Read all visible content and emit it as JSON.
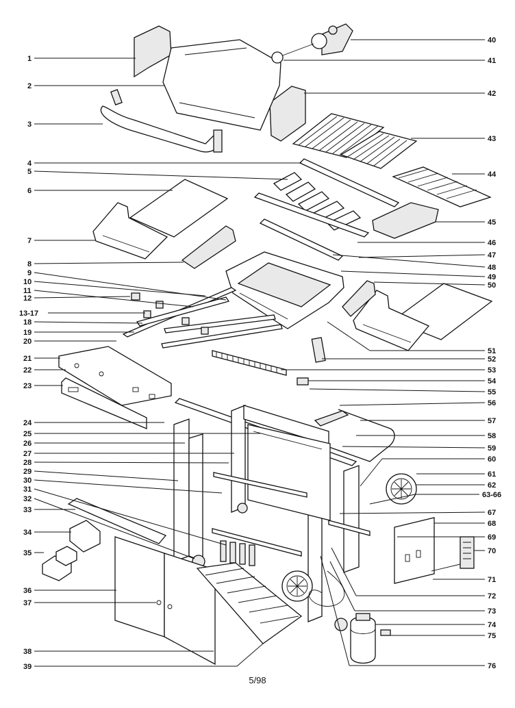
{
  "callouts_left": [
    "1",
    "2",
    "3",
    "4",
    "5",
    "6",
    "7",
    "8",
    "9",
    "10",
    "11",
    "12",
    "13-17",
    "18",
    "19",
    "20",
    "21",
    "22",
    "23",
    "24",
    "25",
    "26",
    "27",
    "28",
    "29",
    "30",
    "31",
    "32",
    "33",
    "34",
    "35",
    "36",
    "37",
    "38",
    "39"
  ],
  "callouts_right": [
    "40",
    "41",
    "42",
    "43",
    "44",
    "45",
    "46",
    "47",
    "48",
    "49",
    "50",
    "51",
    "52",
    "53",
    "54",
    "55",
    "56",
    "57",
    "58",
    "59",
    "60",
    "61",
    "62",
    "63-66",
    "67",
    "68",
    "69",
    "70",
    "71",
    "72",
    "73",
    "74",
    "75",
    "76"
  ],
  "page_number": "5/98"
}
